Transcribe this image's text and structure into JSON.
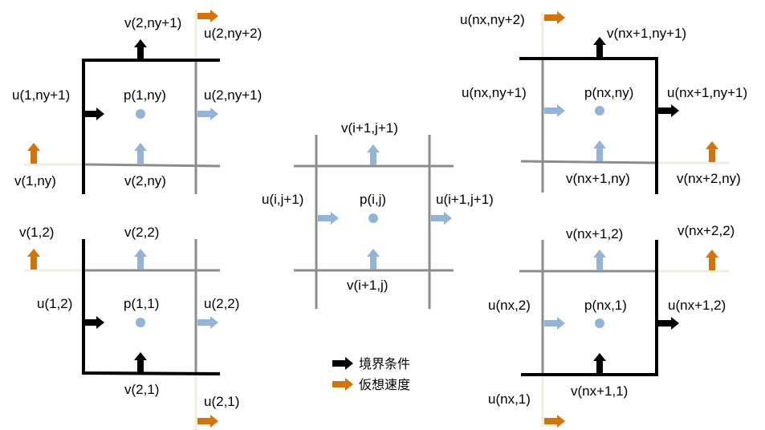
{
  "colors": {
    "boundary": "#000000",
    "interior_line": "#8c8c8c",
    "interior_arrow": "#93b3d7",
    "virtual": "#d4730a",
    "ghost_line": "#efece2",
    "pressure": "#93b3d7"
  },
  "legend": [
    {
      "kind": "boundary",
      "label": "境界条件"
    },
    {
      "kind": "virtual",
      "label": "仮想速度"
    }
  ],
  "cells": {
    "top_left": {
      "pressure": "p(1,ny)",
      "labels": {
        "v_top": "v(2,ny+1)",
        "u_ghost": "u(2,ny+2)",
        "u_left": "u(1,ny+1)",
        "u_right": "u(2,ny+1)",
        "v_ghost": "v(1,ny)",
        "v_bottom": "v(2,ny)"
      }
    },
    "bottom_left": {
      "pressure": "p(1,1)",
      "labels": {
        "v_ghost": "v(1,2)",
        "v_top": "v(2,2)",
        "u_left": "u(1,2)",
        "u_right": "u(2,2)",
        "v_bottom": "v(2,1)",
        "u_ghost": "u(2,1)"
      }
    },
    "center": {
      "pressure": "p(i,j)",
      "labels": {
        "v_top": "v(i+1,j+1)",
        "u_left": "u(i,j+1)",
        "u_right": "u(i+1,j+1)",
        "v_bottom": "v(i+1,j)"
      }
    },
    "top_right": {
      "pressure": "p(nx,ny)",
      "labels": {
        "u_ghost": "u(nx,ny+2)",
        "v_top": "v(nx+1,ny+1)",
        "u_left": "u(nx,ny+1)",
        "u_right": "u(nx+1,ny+1)",
        "v_bottom": "v(nx+1,ny)",
        "v_ghost": "v(nx+2,ny)"
      }
    },
    "bottom_right": {
      "pressure": "p(nx,1)",
      "labels": {
        "v_top": "v(nx+1,2)",
        "v_ghost": "v(nx+2,2)",
        "u_left": "u(nx,2)",
        "u_right": "u(nx+1,2)",
        "v_bottom": "v(nx+1,1)",
        "u_ghost": "u(nx,1)"
      }
    }
  }
}
